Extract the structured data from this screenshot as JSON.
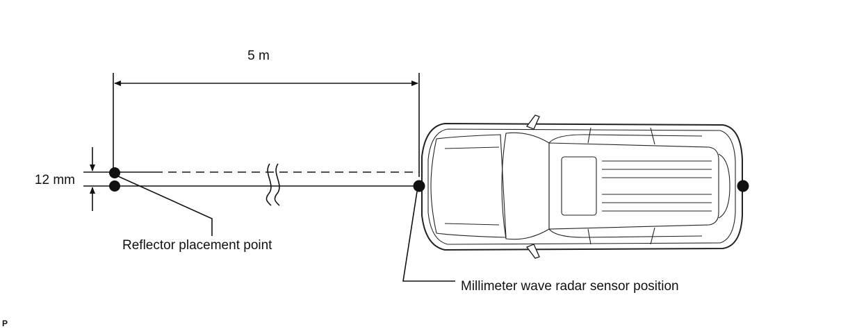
{
  "dimensions": {
    "distance": "5 m",
    "offset": "12 mm"
  },
  "labels": {
    "reflector_point": "Reflector placement point",
    "sensor_position": "Millimeter wave radar sensor position",
    "corner_code": "P"
  },
  "colors": {
    "line": "#111111",
    "background": "#ffffff"
  }
}
